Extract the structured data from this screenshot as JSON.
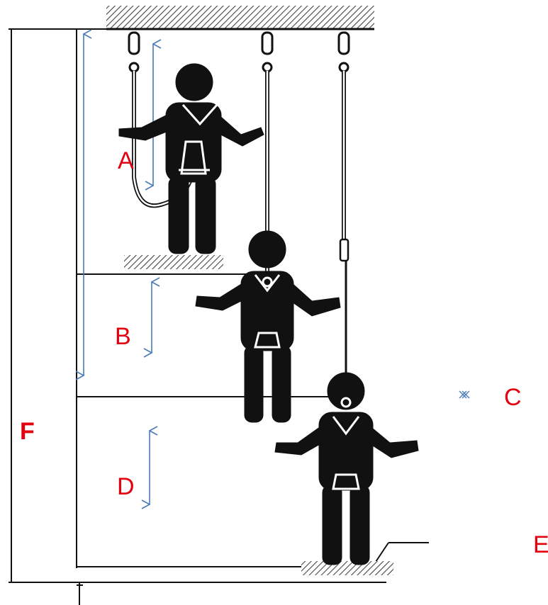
{
  "colors": {
    "label": "#e3000f",
    "arrow": "#4a7ab8",
    "ink": "#111111",
    "hatch": "#555555"
  },
  "labels": {
    "a": "A",
    "b": "B",
    "c": "C",
    "d": "D",
    "e": "E",
    "f": "F"
  },
  "icons": {
    "figure": "person-in-harness-icon",
    "anchor": "anchor-hook-icon",
    "marker": "x-marker-icon"
  }
}
